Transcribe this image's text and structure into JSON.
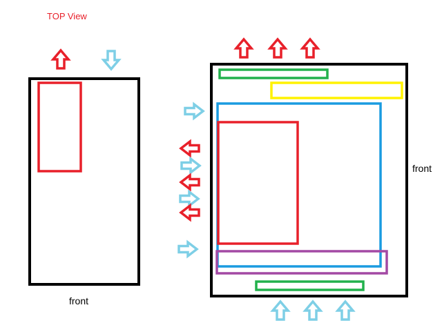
{
  "title": "TOP View",
  "left_view": {
    "front_label": "front"
  },
  "right_view": {
    "front_label": "front"
  },
  "colors": {
    "title": "#e8202a",
    "outline": "#000000",
    "red": "#e8202a",
    "light_blue": "#7ecfe6",
    "blue": "#1a9be0",
    "green": "#22b14c",
    "yellow": "#fff200",
    "purple": "#a349a4"
  },
  "icons": {
    "exhaust_arrow": "red-outline-arrow-icon",
    "intake_arrow": "light-blue-outline-arrow-icon"
  }
}
